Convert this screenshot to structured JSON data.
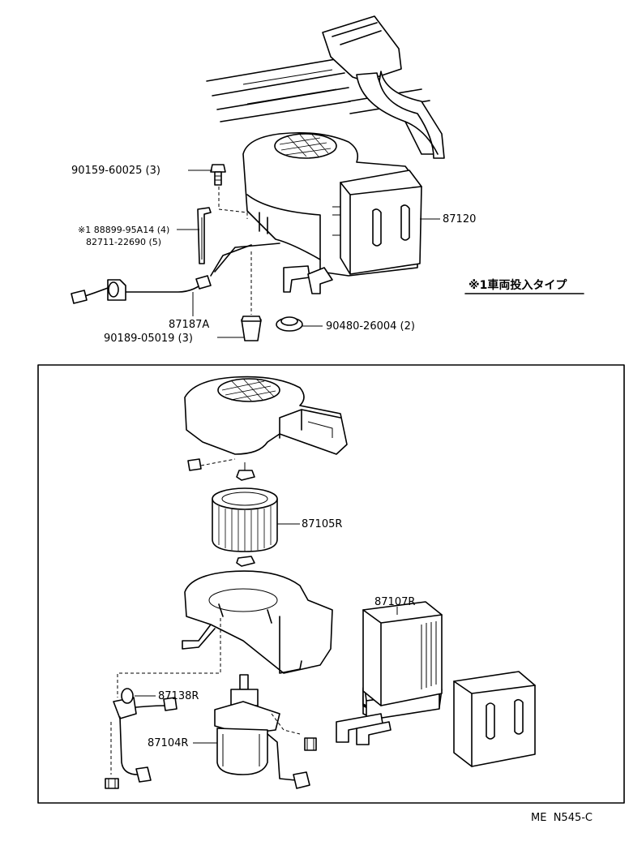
{
  "labels": {
    "p90159": "90159-60025 (3)",
    "p87120": "87120",
    "p88899": "※1 88899-95A14 (4)",
    "p82711": "82711-22690 (5)",
    "note": "※1車両投入タイプ",
    "p87187": "87187A",
    "p90189": "90189-05019 (3)",
    "p90480": "90480-26004 (2)",
    "p87105": "87105R",
    "p87107": "87107R",
    "p87138": "87138R",
    "p87104": "87104R",
    "code": "ME  N545-C"
  }
}
